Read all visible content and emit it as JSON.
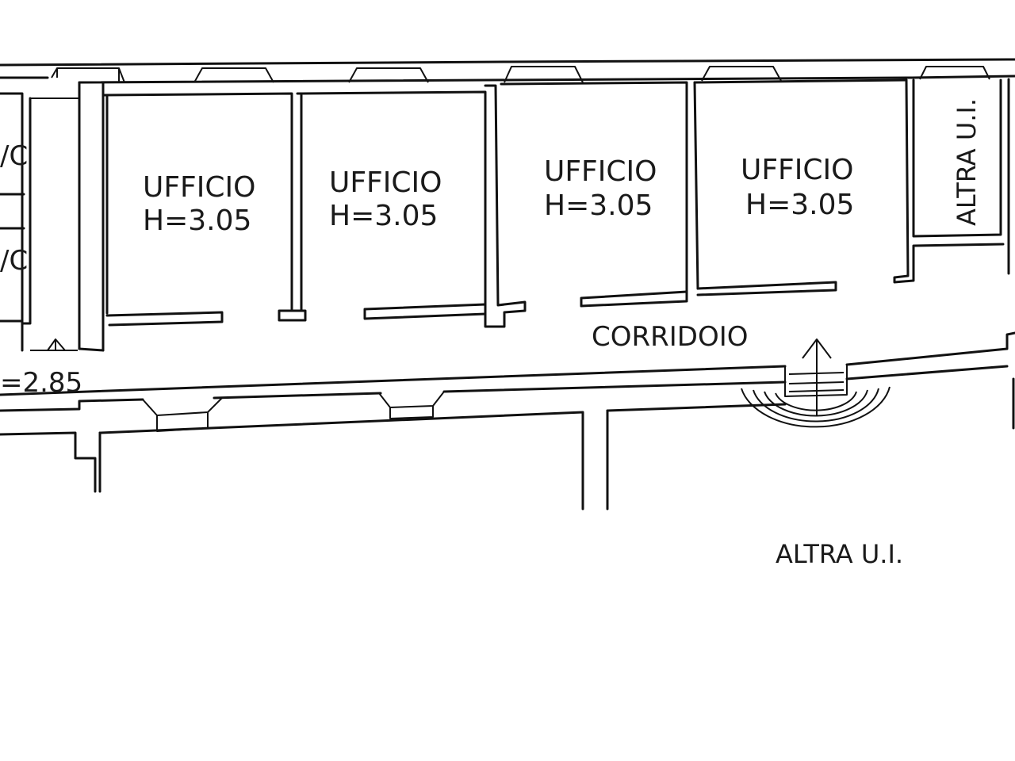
{
  "rooms": [
    {
      "name": "UFFICIO",
      "height": "H=3.05"
    },
    {
      "name": "UFFICIO",
      "height": "H=3.05"
    },
    {
      "name": "UFFICIO",
      "height": "H=3.05"
    },
    {
      "name": "UFFICIO",
      "height": "H=3.05"
    }
  ],
  "corridor": "CORRIDOIO",
  "wc_top": "/C",
  "wc_bottom": "/C",
  "side_height": "=2.85",
  "altra_ui_vertical": "ALTRA U.I.",
  "altra_ui_bottom": "ALTRA U.I."
}
